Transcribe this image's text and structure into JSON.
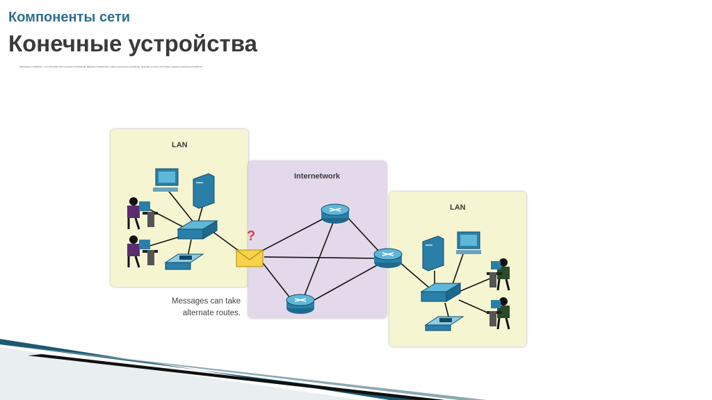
{
  "slide": {
    "subtitle": "Компоненты сети",
    "title": "Конечные устройства",
    "body_text": "Оконечные устройства — это источники или получатели сообщений. Данные отправляются с одного оконечного устройства, проходят по сети и поступают на другое оконечное устройство."
  },
  "diagram": {
    "lan_left_label": "LAN",
    "internetwork_label": "Internetwork",
    "lan_right_label": "LAN",
    "question_mark": "?",
    "caption_line1": "Messages can take",
    "caption_line2": "alternate routes."
  },
  "colors": {
    "accent": "#2e6f8e",
    "lan_bg": "#f5f5d2",
    "internetwork_bg": "#e3d9ea",
    "device_blue": "#2a7fa8",
    "envelope": "#f7d24a"
  }
}
